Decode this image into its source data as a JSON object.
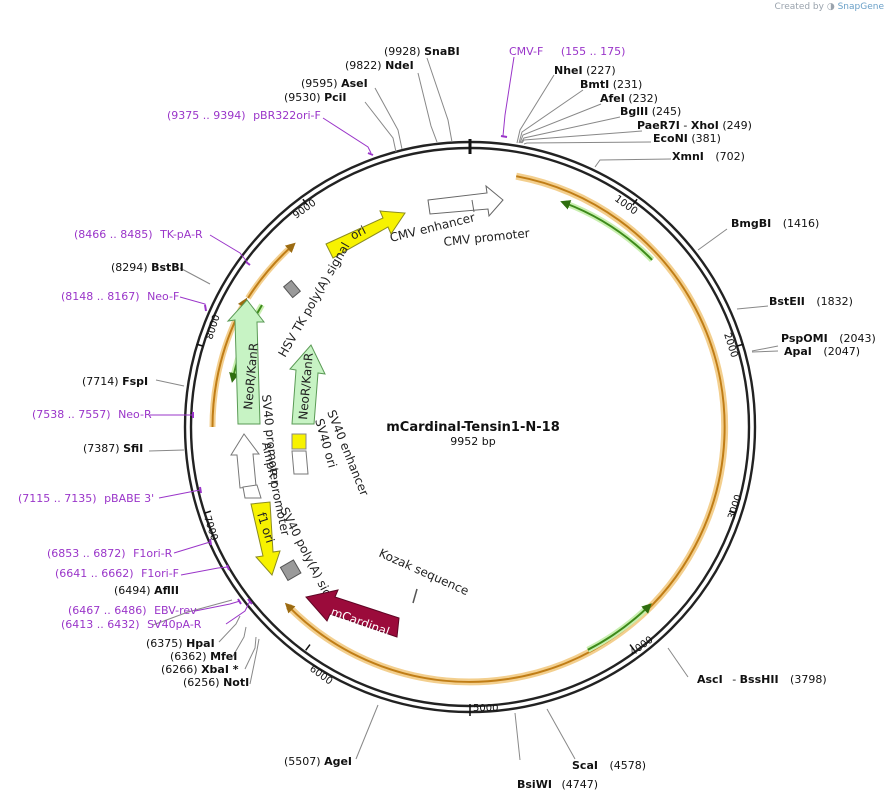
{
  "credit": {
    "prefix": "Created by",
    "brand": "SnapGene"
  },
  "plasmid": {
    "name": "mCardinal-Tensin1-N-18",
    "length_label": "9952 bp",
    "length": 9952
  },
  "colors": {
    "primer": "#9a35c9",
    "orf_orange": "#e9a23b",
    "orf_green": "#3d8a1a",
    "mcardinal": "#9b0b3b",
    "ori_yellow": "#f7f200",
    "neo_green": "#c7f3c4"
  },
  "sites": [
    {
      "name": "SnaBI",
      "pos": "(9928)"
    },
    {
      "name": "NdeI",
      "pos": "(9822)"
    },
    {
      "name": "AseI",
      "pos": "(9595)"
    },
    {
      "name": "PciI",
      "pos": "(9530)"
    },
    {
      "name": "NheI",
      "pos": "(227)"
    },
    {
      "name": "BmtI",
      "pos": "(231)"
    },
    {
      "name": "AfeI",
      "pos": "(232)"
    },
    {
      "name": "BglII",
      "pos": "(245)"
    },
    {
      "name": "PaeR7I",
      "pos": ""
    },
    {
      "name": "XhoI",
      "pos": "(249)"
    },
    {
      "name": "EcoNI",
      "pos": "(381)"
    },
    {
      "name": "XmnI",
      "pos": "(702)"
    },
    {
      "name": "BmgBI",
      "pos": "(1416)"
    },
    {
      "name": "BstEII",
      "pos": "(1832)"
    },
    {
      "name": "PspOMI",
      "pos": "(2043)"
    },
    {
      "name": "ApaI",
      "pos": "(2047)"
    },
    {
      "name": "AscI",
      "pos": ""
    },
    {
      "name": "BssHII",
      "pos": "(3798)"
    },
    {
      "name": "ScaI",
      "pos": "(4578)"
    },
    {
      "name": "BsiWI",
      "pos": "(4747)"
    },
    {
      "name": "AgeI",
      "pos": "(5507)"
    },
    {
      "name": "NotI",
      "pos": "(6256)"
    },
    {
      "name": "XbaI *",
      "pos": "(6266)"
    },
    {
      "name": "MfeI",
      "pos": "(6362)"
    },
    {
      "name": "HpaI",
      "pos": "(6375)"
    },
    {
      "name": "AflII",
      "pos": "(6494)"
    },
    {
      "name": "SfiI",
      "pos": "(7387)"
    },
    {
      "name": "FspI",
      "pos": "(7714)"
    },
    {
      "name": "BstBI",
      "pos": "(8294)"
    }
  ],
  "primers": [
    {
      "name": "CMV-F",
      "range": "(155 .. 175)"
    },
    {
      "name": "pBR322ori-F",
      "range": "(9375 .. 9394)"
    },
    {
      "name": "TK-pA-R",
      "range": "(8466 .. 8485)"
    },
    {
      "name": "Neo-F",
      "range": "(8148 .. 8167)"
    },
    {
      "name": "Neo-R",
      "range": "(7538 .. 7557)"
    },
    {
      "name": "pBABE 3'",
      "range": "(7115 .. 7135)"
    },
    {
      "name": "F1ori-R",
      "range": "(6853 .. 6872)"
    },
    {
      "name": "F1ori-F",
      "range": "(6641 .. 6662)"
    },
    {
      "name": "EBV-rev",
      "range": "(6467 .. 6486)"
    },
    {
      "name": "SV40pA-R",
      "range": "(6413 .. 6432)"
    }
  ],
  "features": {
    "cmv_enhancer": "CMV enhancer",
    "cmv_promoter": "CMV promoter",
    "ori": "ori",
    "hsv_tk": "HSV TK poly(A) signal",
    "neo1": "NeoR/KanR",
    "neo2": "NeoR/KanR",
    "sv40_promoter": "SV40 promoter",
    "sv40_ori": "SV40 ori",
    "sv40_enhancer": "SV40 enhancer",
    "ampr_promoter": "AmpR promoter",
    "f1_ori": "f1 ori",
    "sv40_polya": "SV40 poly(A) signal",
    "kozak": "Kozak sequence",
    "mcardinal": "mCardinal"
  },
  "ticks": [
    "1000",
    "2000",
    "3000",
    "4000",
    "5000",
    "6000",
    "7000",
    "8000",
    "9000"
  ]
}
